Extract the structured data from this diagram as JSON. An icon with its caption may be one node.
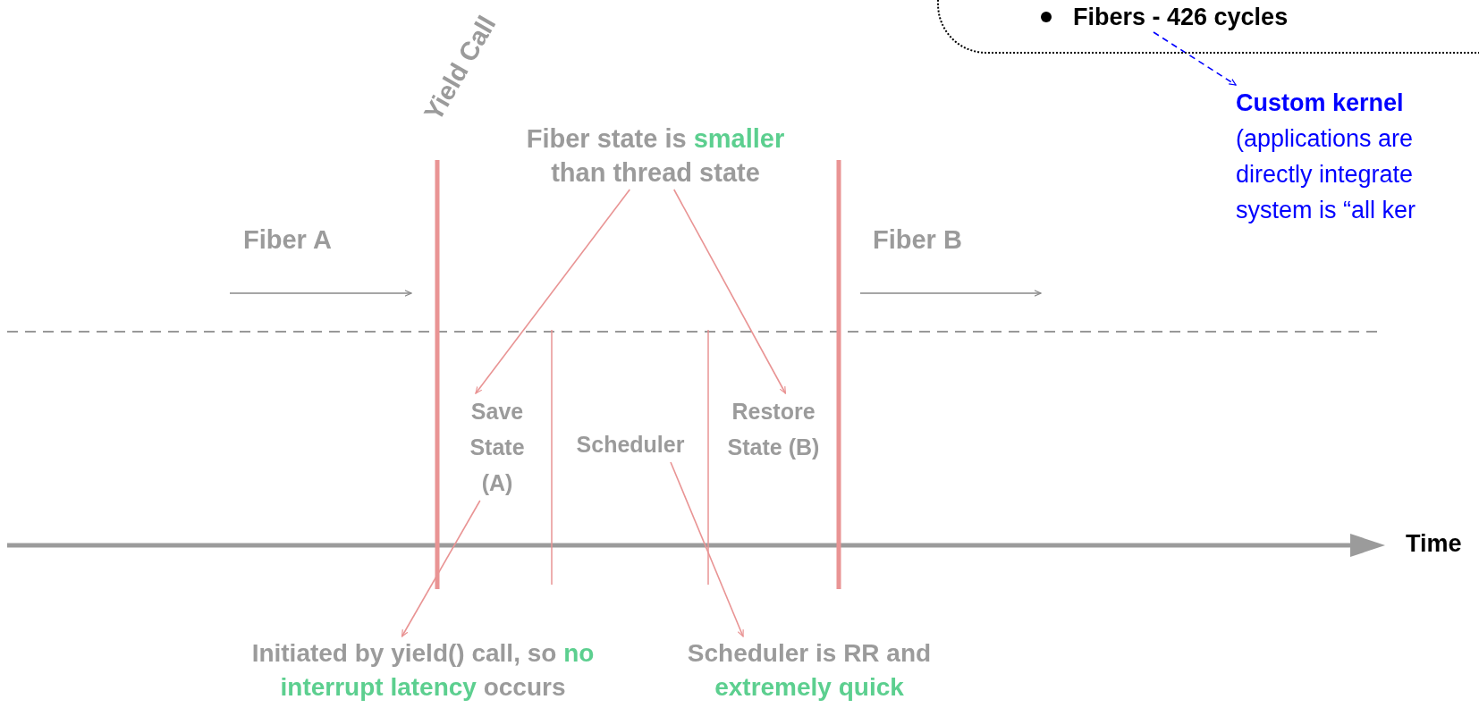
{
  "diagram": {
    "nodes": [
      {
        "text": [],
        "shape": "box"
      },
      {
        "text": [
          "Fibers - 426 cycles"
        ],
        "in": 0
      },
      {
        "text": [
          "Custom kernel",
          "(applications are directly integrate system is “all ker"
        ]
      },
      {
        "text": [
          "Fiber state is **smaller** than thread state"
        ]
      },
      {
        "text": [
          "Save State (A)"
        ]
      },
      {
        "text": [
          "Scheduler"
        ]
      },
      {
        "text": [
          "Restore State (B)"
        ]
      },
      {
        "text": [
          "Initiated by yield() call, so **no interrupt latency** occurs"
        ]
      },
      {
        "text": [
          "Scheduler is RR and **extremely quick**"
        ]
      }
    ],
    "edges": [
      {
        "from": 1,
        "to": 2,
        "arrow": "to",
        "style": "dashed",
        "color": "#0000ff"
      },
      {
        "from": 3,
        "to": 4,
        "arrow": "to"
      },
      {
        "from": 3,
        "to": 6,
        "arrow": "to"
      },
      {
        "from": 4,
        "to": 7,
        "arrow": "to"
      },
      {
        "from": 5,
        "to": 8,
        "arrow": "to"
      }
    ],
    "labels": [
      "Yield Call",
      "Fiber A",
      "Fiber B",
      "Time"
    ]
  }
}
